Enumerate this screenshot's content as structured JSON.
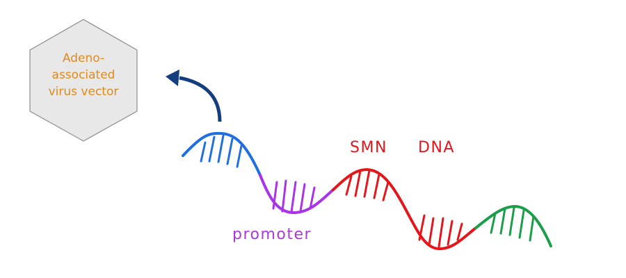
{
  "vector": {
    "label_lines": [
      "Adeno-",
      "associated",
      "virus vector"
    ],
    "fill": "#e8e8e8",
    "stroke": "#8c8c8c",
    "text_color": "#e08a1e"
  },
  "arrow": {
    "color": "#143e7e"
  },
  "labels": {
    "smn": "SMN",
    "dna": "DNA",
    "promoter": "promoter"
  },
  "segments": {
    "head": {
      "color": "#1f6fe0"
    },
    "promoter": {
      "color": "#a933e6"
    },
    "smn_dna": {
      "color": "#e4161b"
    },
    "tail": {
      "color": "#1a9e4a"
    }
  }
}
